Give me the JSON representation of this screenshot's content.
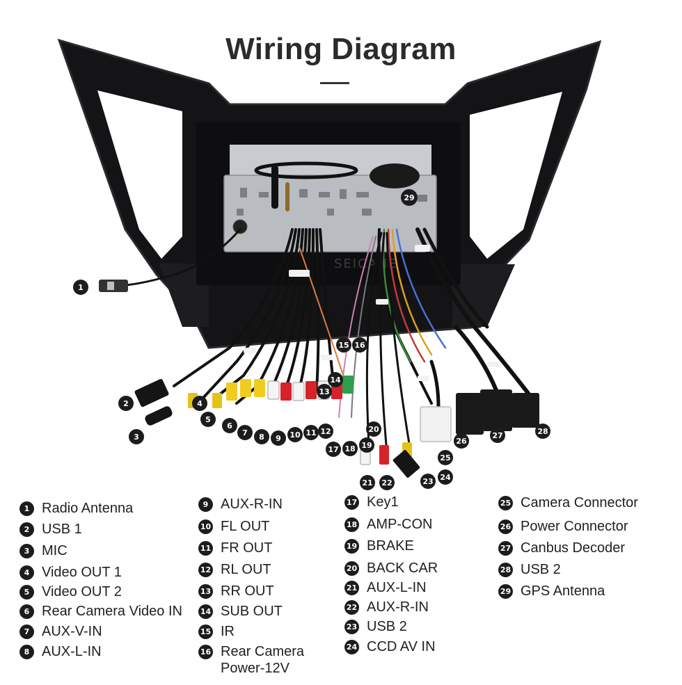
{
  "title": "Wiring Diagram",
  "watermark": "SEICANE",
  "antenna_label": "29",
  "legend": [
    {
      "n": "1",
      "label": "Radio Antenna"
    },
    {
      "n": "2",
      "label": "USB 1"
    },
    {
      "n": "3",
      "label": "MIC"
    },
    {
      "n": "4",
      "label": "Video OUT 1"
    },
    {
      "n": "5",
      "label": "Video OUT 2"
    },
    {
      "n": "6",
      "label": "Rear Camera Video IN"
    },
    {
      "n": "7",
      "label": "AUX-V-IN"
    },
    {
      "n": "8",
      "label": "AUX-L-IN"
    },
    {
      "n": "9",
      "label": "AUX-R-IN"
    },
    {
      "n": "10",
      "label": "FL OUT"
    },
    {
      "n": "11",
      "label": "FR OUT"
    },
    {
      "n": "12",
      "label": "RL OUT"
    },
    {
      "n": "13",
      "label": "RR OUT"
    },
    {
      "n": "14",
      "label": "SUB OUT"
    },
    {
      "n": "15",
      "label": "IR"
    },
    {
      "n": "16",
      "label": "Rear Camera Power-12V"
    },
    {
      "n": "17",
      "label": "Key1"
    },
    {
      "n": "18",
      "label": "AMP-CON"
    },
    {
      "n": "19",
      "label": "BRAKE"
    },
    {
      "n": "20",
      "label": "BACK CAR"
    },
    {
      "n": "21",
      "label": "AUX-L-IN"
    },
    {
      "n": "22",
      "label": "AUX-R-IN"
    },
    {
      "n": "23",
      "label": "USB 2"
    },
    {
      "n": "24",
      "label": "CCD AV IN"
    },
    {
      "n": "25",
      "label": "Camera Connector"
    },
    {
      "n": "26",
      "label": "Power Connector"
    },
    {
      "n": "27",
      "label": "Canbus Decoder"
    },
    {
      "n": "28",
      "label": "USB 2"
    },
    {
      "n": "29",
      "label": "GPS Antenna"
    }
  ],
  "callouts": [
    "1",
    "2",
    "3",
    "4",
    "5",
    "6",
    "7",
    "8",
    "9",
    "10",
    "11",
    "12",
    "13",
    "14",
    "15",
    "16",
    "17",
    "18",
    "19",
    "20",
    "21",
    "22",
    "23",
    "24",
    "25",
    "26",
    "27",
    "28"
  ]
}
